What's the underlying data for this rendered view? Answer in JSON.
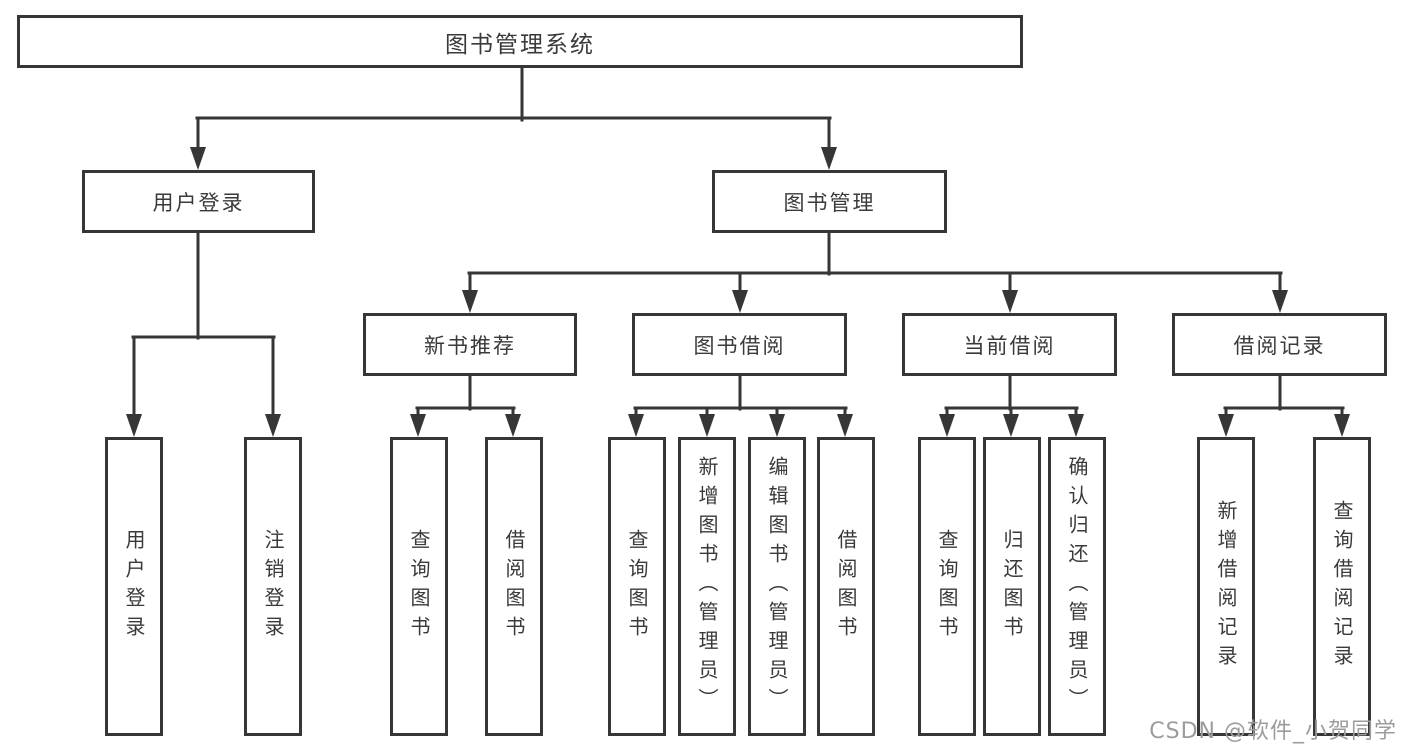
{
  "diagram_type": "hierarchy-tree",
  "tree": {
    "label": "图书管理系统",
    "children": [
      {
        "label": "用户登录",
        "children": [
          {
            "label": "用户登录"
          },
          {
            "label": "注销登录"
          }
        ]
      },
      {
        "label": "图书管理",
        "children": [
          {
            "label": "新书推荐",
            "children": [
              {
                "label": "查询图书"
              },
              {
                "label": "借阅图书"
              }
            ]
          },
          {
            "label": "图书借阅",
            "children": [
              {
                "label": "查询图书"
              },
              {
                "label": "新增图书（管理员）"
              },
              {
                "label": "编辑图书（管理员）"
              },
              {
                "label": "借阅图书"
              }
            ]
          },
          {
            "label": "当前借阅",
            "children": [
              {
                "label": "查询图书"
              },
              {
                "label": "归还图书"
              },
              {
                "label": "确认归还（管理员）"
              }
            ]
          },
          {
            "label": "借阅记录",
            "children": [
              {
                "label": "新增借阅记录"
              },
              {
                "label": "查询借阅记录"
              }
            ]
          }
        ]
      }
    ]
  },
  "watermark": "CSDN @软件_小贺同学",
  "colors": {
    "line": "#363636",
    "text": "#3a3a3a",
    "watermark": "#9c9c9c",
    "background": "#ffffff"
  }
}
